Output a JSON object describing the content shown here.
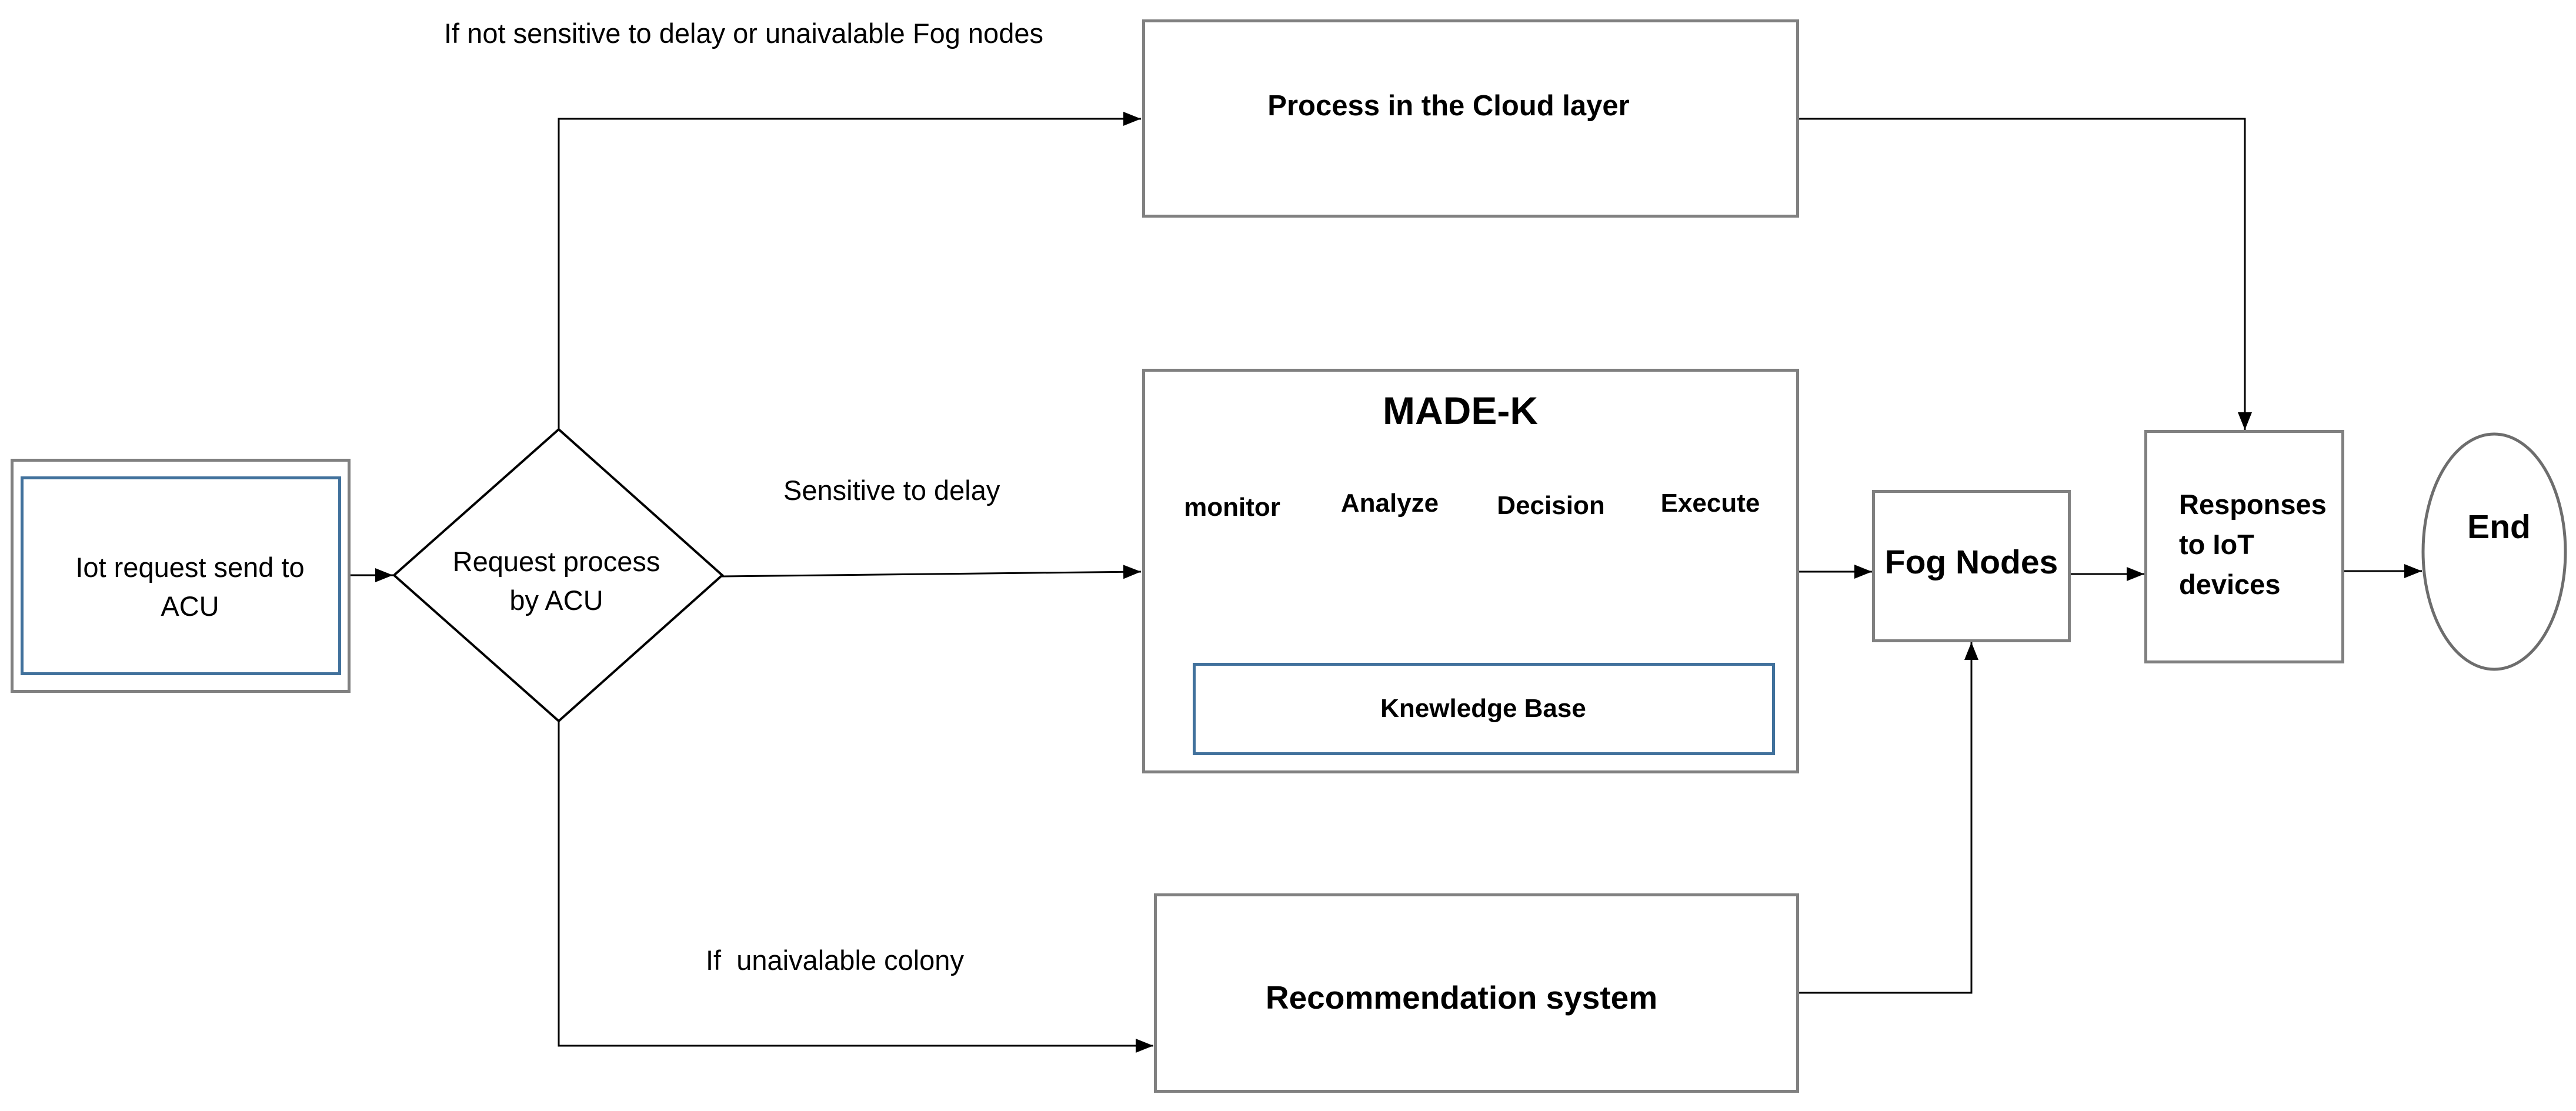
{
  "start": {
    "label_line1": "Iot request send to",
    "label_line2": "ACU"
  },
  "decision": {
    "label_line1": "Request process",
    "label_line2": "by ACU"
  },
  "branches": {
    "cloud_condition": "If not sensitive to delay or unaivalable Fog nodes",
    "delay_condition": "Sensitive to delay",
    "colony_condition": "If  unaivalable colony"
  },
  "cloud": {
    "label": "Process in the Cloud layer"
  },
  "madek": {
    "title": "MADE-K",
    "steps": [
      "monitor",
      "Analyze",
      "Decision",
      "Execute"
    ],
    "knowledge_base": "Knewledge Base"
  },
  "recommendation": {
    "label": "Recommendation system"
  },
  "fog": {
    "label": "Fog Nodes"
  },
  "responses": {
    "label_line1": "Responses",
    "label_line2": "to IoT",
    "label_line3": "devices"
  },
  "end": {
    "label": "End"
  },
  "colors": {
    "box_border": "#808080",
    "inner_border": "#41719c",
    "line": "#000000"
  }
}
